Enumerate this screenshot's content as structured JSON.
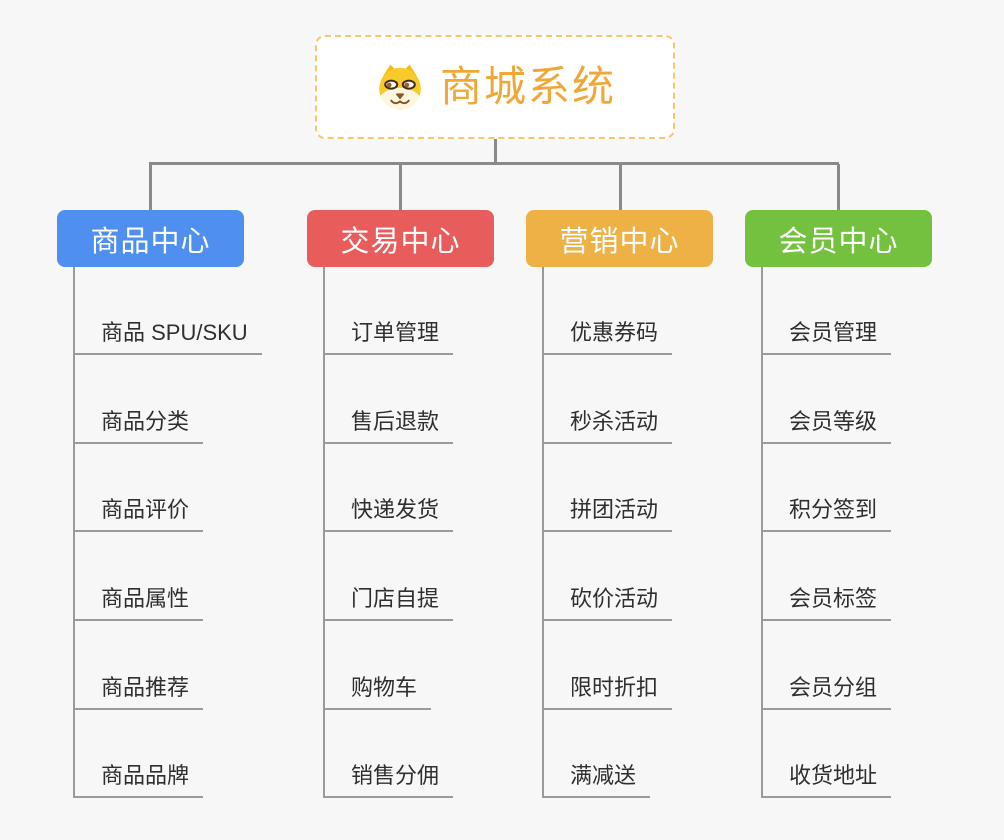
{
  "root": {
    "title": "商城系统",
    "icon": "dog-icon",
    "title_color": "#f0a737",
    "border_color": "#f6c76e"
  },
  "connector_color": "#8a8a8a",
  "leaf_line_color": "#9a9a9a",
  "background_color": "#f7f7f7",
  "branches": [
    {
      "label": "商品中心",
      "color": "#4e8ff0",
      "items": [
        "商品 SPU/SKU",
        "商品分类",
        "商品评价",
        "商品属性",
        "商品推荐",
        "商品品牌"
      ]
    },
    {
      "label": "交易中心",
      "color": "#e85c5c",
      "items": [
        "订单管理",
        "售后退款",
        "快递发货",
        "门店自提",
        "购物车",
        "销售分佣"
      ]
    },
    {
      "label": "营销中心",
      "color": "#edb146",
      "items": [
        "优惠券码",
        "秒杀活动",
        "拼团活动",
        "砍价活动",
        "限时折扣",
        "满减送"
      ]
    },
    {
      "label": "会员中心",
      "color": "#74c13f",
      "items": [
        "会员管理",
        "会员等级",
        "积分签到",
        "会员标签",
        "会员分组",
        "收货地址"
      ]
    }
  ]
}
